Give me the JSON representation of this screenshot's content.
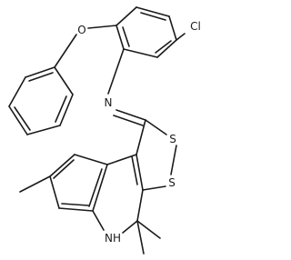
{
  "structure": {
    "type": "chemical-structure",
    "atom_labels": {
      "chlorine": "Cl",
      "oxygen": "O",
      "imine_nitrogen": "N",
      "sulfur_top": "S",
      "sulfur_bottom": "S",
      "amine_nh": "NH"
    }
  },
  "colors": {
    "bond": "#1a1a1a",
    "background": "#ffffff"
  }
}
